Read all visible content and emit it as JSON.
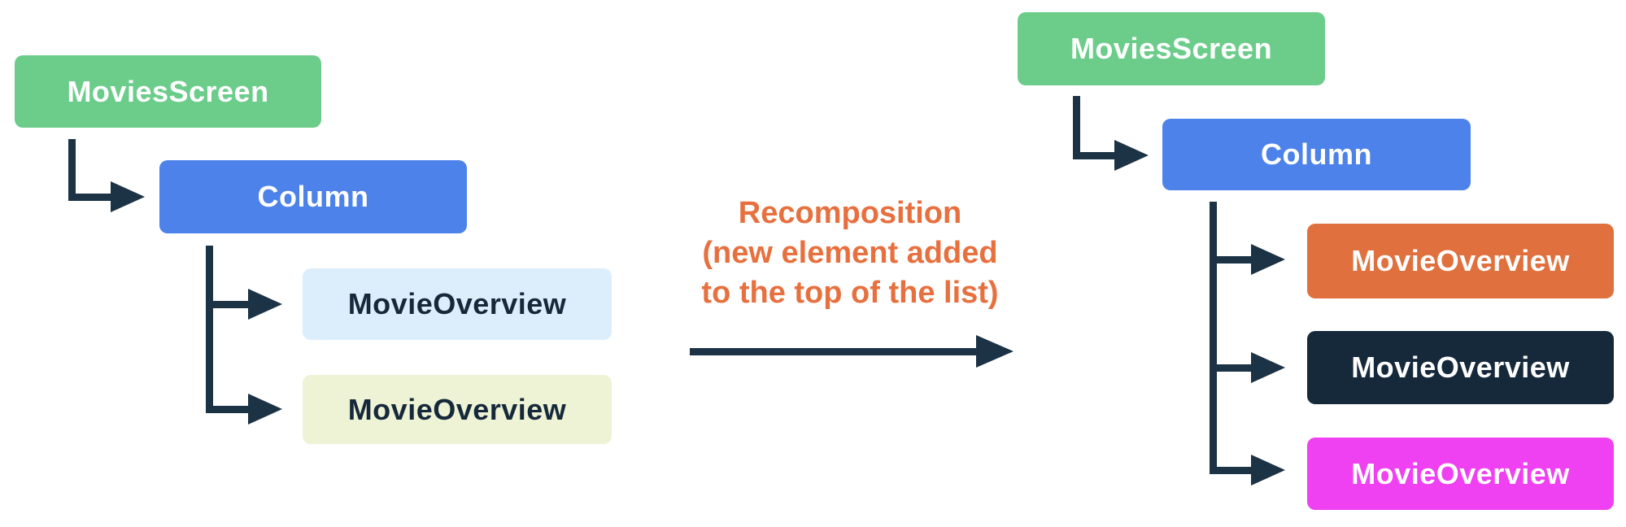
{
  "palette": {
    "connector": "#1C3245",
    "green": "#6CCD8B",
    "blue": "#4C82E9",
    "light_blue": "#DCEEFC",
    "light_yellow_green": "#EEF3D5",
    "orange": "#E0703D",
    "dark_navy": "#16293B",
    "magenta": "#EF40F1",
    "caption_orange": "#E7703E"
  },
  "trees": {
    "left": {
      "nodes": [
        {
          "label": "MoviesScreen",
          "bg": "#6CCD8B",
          "fg": "#FFFFFF"
        },
        {
          "label": "Column",
          "bg": "#4C82E9",
          "fg": "#FFFFFF"
        },
        {
          "label": "MovieOverview",
          "bg": "#DCEEFC",
          "fg": "#16293B"
        },
        {
          "label": "MovieOverview",
          "bg": "#EEF3D5",
          "fg": "#16293B"
        }
      ]
    },
    "right": {
      "nodes": [
        {
          "label": "MoviesScreen",
          "bg": "#6CCD8B",
          "fg": "#FFFFFF"
        },
        {
          "label": "Column",
          "bg": "#4C82E9",
          "fg": "#FFFFFF"
        },
        {
          "label": "MovieOverview",
          "bg": "#E0703D",
          "fg": "#FFFFFF"
        },
        {
          "label": "MovieOverview",
          "bg": "#16293B",
          "fg": "#FFFFFF"
        },
        {
          "label": "MovieOverview",
          "bg": "#EF40F1",
          "fg": "#FFFFFF"
        }
      ]
    }
  },
  "transition": {
    "caption_lines": [
      "Recomposition",
      "(new element added",
      "to the top of the list)"
    ]
  }
}
